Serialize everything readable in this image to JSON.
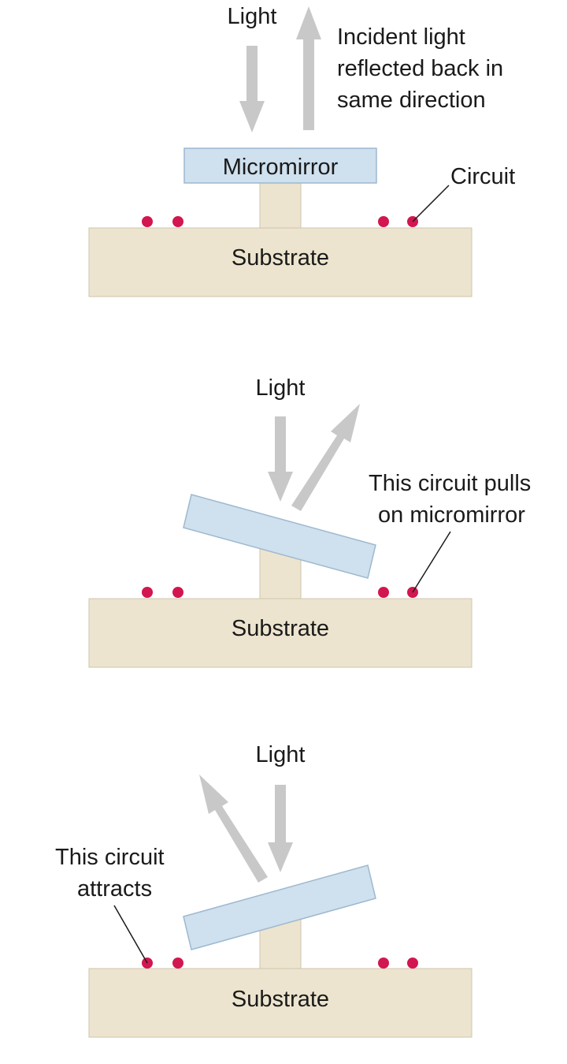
{
  "panel1": {
    "light_label": "Light",
    "incident_line1": "Incident light",
    "incident_line2": "reflected back in",
    "incident_line3": "same direction",
    "mirror_label": "Micromirror",
    "circuit_label": "Circuit",
    "substrate_label": "Substrate"
  },
  "panel2": {
    "light_label": "Light",
    "pull_line1": "This circuit pulls",
    "pull_line2": "on micromirror",
    "substrate_label": "Substrate"
  },
  "panel3": {
    "light_label": "Light",
    "attract_line1": "This circuit",
    "attract_line2": "attracts",
    "substrate_label": "Substrate"
  },
  "colors": {
    "substrate": "#ece4ce",
    "mirror": "#cfe0ee",
    "circuit_dot": "#d2164f",
    "light_arrow": "#c8c8c8"
  }
}
